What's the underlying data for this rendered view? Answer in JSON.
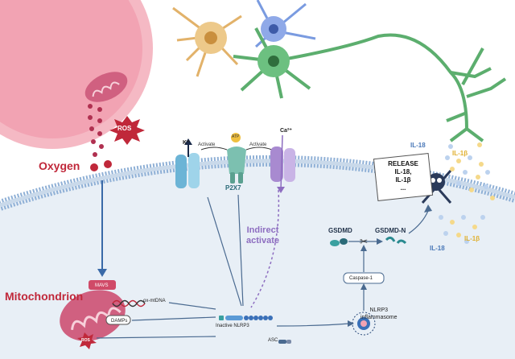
{
  "labels": {
    "oxygen": "Oxygen",
    "ros_top": "ROS",
    "mitochondrion": "Mitochondrion",
    "mavs": "MAVS",
    "ox_mtdna": "ox-mtDNA",
    "damps": "DAMPs",
    "ros_mito": "ROS",
    "k_ion": "K⁺",
    "activate_left": "Activate",
    "activate_right": "Activate",
    "atp": "ATP",
    "ca_ion": "Ca²⁺",
    "p2x7": "P2X7",
    "indirect_line1": "Indirect",
    "indirect_line2": "activate",
    "inactive_nlrp3": "Inactive NLRP3",
    "asc": "ASC",
    "nlrp3_line1": "NLRP3",
    "nlrp3_line2": "inflammasome",
    "caspase1": "Caspase-1",
    "gsdmd": "GSDMD",
    "gsdmd_n": "GSDMD-N",
    "release_line1": "RELEASE",
    "release_line2": "IL-18,",
    "release_line3": "IL-1β",
    "release_line4": "...",
    "il18_top": "IL-18",
    "il1b_top": "IL-1β",
    "il1b_bottom": "IL-1β",
    "il18_bottom": "IL-18"
  },
  "colors": {
    "cell_pink": "#f2a3b3",
    "cytoplasm": "#e7eef5",
    "membrane": "#8fb0d6",
    "neuron_green": "#5cae6e",
    "astrocyte_orange": "#e2b26a",
    "accent_red": "#c0283a",
    "channel_blue": "#7ec0dc",
    "p2x7_teal": "#7cc0b0",
    "calcium_purple": "#a88ad0",
    "mito_pink": "#d06080",
    "nlrp3_blue": "#5a9ad6"
  },
  "icons": {
    "ros_burst": "red-star-burst",
    "skull": "skull-crossbones-icon",
    "scissors": "scissors-icon"
  }
}
